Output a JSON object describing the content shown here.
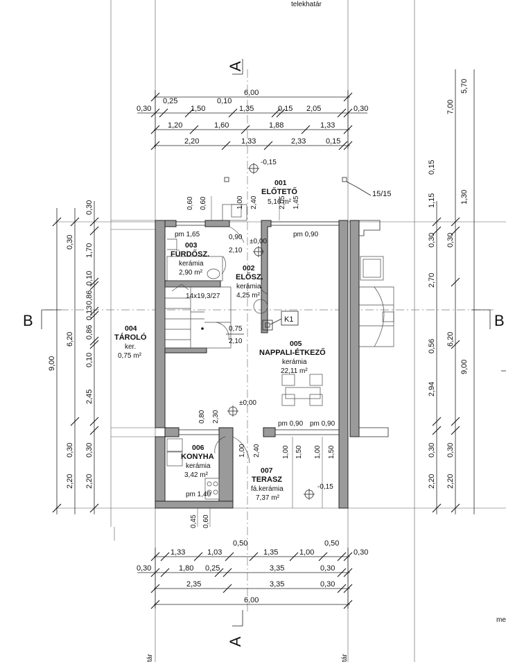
{
  "header": {
    "property_line": "telekhatár"
  },
  "section_marks": {
    "a": "A",
    "b": "B"
  },
  "dimensions": {
    "top": {
      "total": "6,00",
      "row1": [
        "0,30",
        "0,25",
        "1,50",
        "0,10",
        "1,35",
        "0,15",
        "2,05",
        "0,30"
      ],
      "row2": [
        "1,20",
        "1,60",
        "1,88",
        "1,33"
      ],
      "row3": [
        "2,20",
        "1,33",
        "2,33",
        "0,15"
      ]
    },
    "bottom": {
      "row1": [
        "1,33",
        "1,03",
        "0,50",
        "1,35",
        "1,00",
        "0,50",
        "0,30"
      ],
      "row2": [
        "0,30",
        "1,80",
        "0,25",
        "3,35",
        "0,30"
      ],
      "row3": [
        "2,35",
        "3,35",
        "0,30"
      ],
      "total": "6,00"
    },
    "left": {
      "total": "9,00",
      "sub": "6,20",
      "inner": [
        "0,30",
        "1,70",
        "0,10",
        "0,86",
        "0,13",
        "0,86",
        "0,10",
        "2,45",
        "0,30",
        "2,20"
      ],
      "top": "0,30"
    },
    "right": {
      "top": [
        "5,70",
        "7,00"
      ],
      "upper": [
        "0,15",
        "1,15",
        "1,30"
      ],
      "inner": [
        "0,30",
        "0,30",
        "2,70",
        "0,56",
        "6,20",
        "2,94",
        "9,00",
        "0,30",
        "0,30",
        "2,20",
        "2,20"
      ]
    }
  },
  "rooms": [
    {
      "id": "001",
      "name": "ELŐTETŐ",
      "material": "",
      "area": "5,16 m²"
    },
    {
      "id": "003",
      "name": "FÜRDŐSZ.",
      "material": "kerámia",
      "area": "2,90 m²"
    },
    {
      "id": "002",
      "name": "ELŐSZ.",
      "material": "kerámia",
      "area": "4,25 m²"
    },
    {
      "id": "004",
      "name": "TÁROLÓ",
      "material": "ker.",
      "area": "0,75 m²"
    },
    {
      "id": "005",
      "name": "NAPPALI-ÉTKEZŐ",
      "material": "kerámia",
      "area": "22,11 m²"
    },
    {
      "id": "006",
      "name": "KONYHA",
      "material": "kerámia",
      "area": "3,42 m²"
    },
    {
      "id": "007",
      "name": "TERASZ",
      "material": "fá.kerámia",
      "area": "7,37 m²"
    }
  ],
  "levels": {
    "front": "-0,15",
    "entry": "±0,00",
    "living": "±0,00",
    "terrace": "-0,15"
  },
  "annotations": {
    "pm_bath": "pm 1,65",
    "pm_entry": "pm 0,90",
    "pm_terrace1": "pm 0,90",
    "pm_terrace2": "pm 0,90",
    "pm_kitchen": "pm 1,40",
    "stairs": "14x19,3/27",
    "chimney": "K1",
    "post": "15/15",
    "door_090": "0,90",
    "door_210a": "2,10",
    "door_075": "0,75",
    "door_210b": "2,10",
    "win_060a": "0,60",
    "win_060b": "0,60",
    "win_100a": "1,00",
    "win_240a": "2,40",
    "win_205": "2,05",
    "win_145": "1,45",
    "win_080": "0,80",
    "win_230": "2,30",
    "win_100b": "1,00",
    "win_240b": "2,40",
    "win_100c": "1,00",
    "win_150a": "1,50",
    "win_100d": "1,00",
    "win_150b": "1,50",
    "win_045": "0,45",
    "win_060c": "0,60",
    "corner_label": "me",
    "bottom_left_cut": "tár",
    "bottom_right_cut": "tár"
  }
}
